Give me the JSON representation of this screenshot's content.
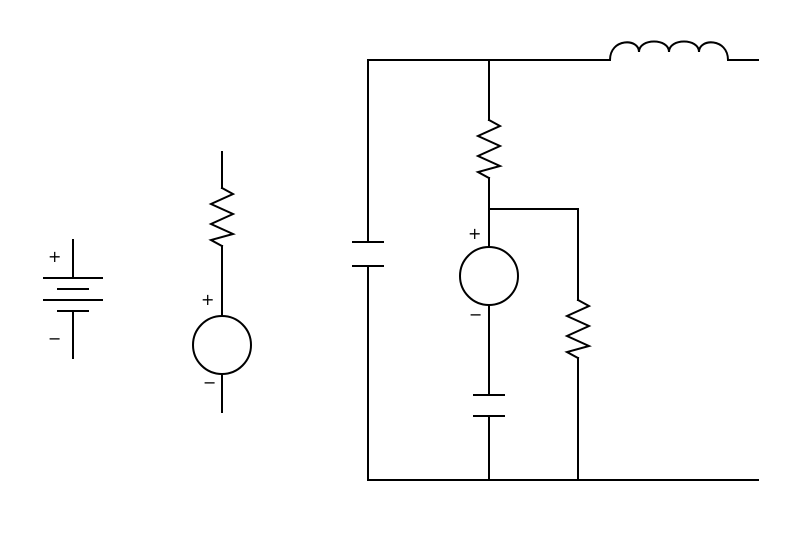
{
  "diagram": {
    "background": "#ffffff",
    "stroke_color": "#000000",
    "battery": {
      "plus": "+",
      "minus": "−"
    },
    "source_left": {
      "plus": "+",
      "minus": "−"
    },
    "source_circuit": {
      "plus": "+",
      "minus": "−"
    },
    "components": [
      "battery-symbol",
      "resistor",
      "voltage-source",
      "capacitor",
      "inductor"
    ]
  }
}
